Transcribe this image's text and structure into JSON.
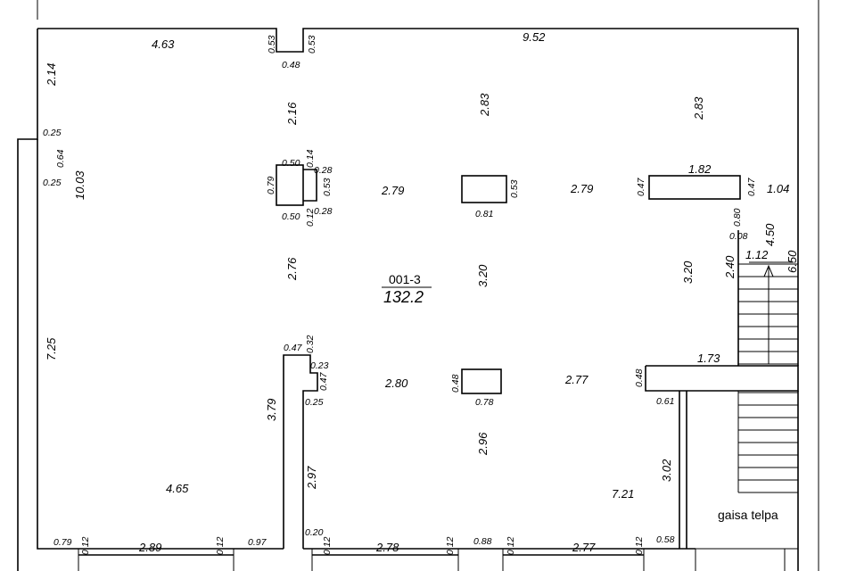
{
  "room": {
    "code": "001-3",
    "area": "132.2"
  },
  "note": "gaisa telpa",
  "dims": {
    "top_left": "4.63",
    "top_right": "9.52",
    "notch_l": "0.53",
    "notch_r": "0.53",
    "notch_w": "0.48",
    "d_214": "2.14",
    "d_1003": "10.03",
    "d_725": "7.25",
    "jog_a": "0.25",
    "jog_b": "0.64",
    "jog_c": "0.25",
    "c1_216": "2.16",
    "c2_283": "2.83",
    "c3_283": "2.83",
    "p1_050t": "0.50",
    "p1_014": "0.14",
    "p1_028t": "0.28",
    "p1_079": "0.79",
    "p1_053": "0.53",
    "p1_050b": "0.50",
    "p1_012": "0.12",
    "p1_028b": "0.28",
    "h_279a": "2.79",
    "p2_053": "0.53",
    "p2_081": "0.81",
    "h_279b": "2.79",
    "p3_047l": "0.47",
    "p3_182": "1.82",
    "p3_047r": "0.47",
    "r_104": "1.04",
    "r_080": "0.80",
    "r_008": "0.08",
    "r_112": "1.12",
    "r_450": "4.50",
    "r_650": "6.50",
    "r_240": "2.40",
    "r_320": "3.20",
    "c1_276": "2.76",
    "c2_320": "3.20",
    "w_047": "0.47",
    "w_032": "0.32",
    "w_023": "0.23",
    "w_047b": "0.47",
    "w_025": "0.25",
    "w_379": "3.79",
    "h_280": "2.80",
    "p4_048": "0.48",
    "p4_078": "0.78",
    "h_277": "2.77",
    "r_048": "0.48",
    "r_173": "1.73",
    "r_061": "0.61",
    "c2_296": "2.96",
    "r_302": "3.02",
    "r_721": "7.21",
    "w_297": "2.97",
    "left_465": "4.65",
    "b_079": "0.79",
    "b_012a": "0.12",
    "b_289": "2.89",
    "b_012b": "0.12",
    "b_097": "0.97",
    "b_020": "0.20",
    "b_012c": "0.12",
    "b_278": "2.78",
    "b_012d": "0.12",
    "b_088": "0.88",
    "b_012e": "0.12",
    "b_277": "2.77",
    "b_012f": "0.12",
    "b_058": "0.58"
  }
}
